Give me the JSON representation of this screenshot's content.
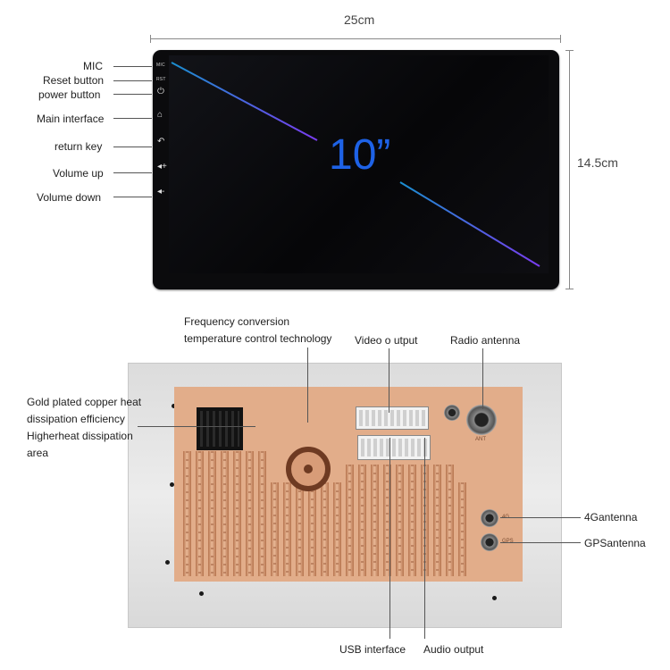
{
  "dimensions": {
    "width": "25cm",
    "height": "14.5cm"
  },
  "screen_size": "10”",
  "front_labels": {
    "mic": "MIC",
    "reset": "Reset button",
    "power": "power button",
    "main_interface": "Main interface",
    "return_key": "return key",
    "volume_up": "Volume up",
    "volume_down": "Volume down"
  },
  "side_marks": {
    "mic": "MIC",
    "rst": "RST"
  },
  "back_labels": {
    "frequency_line1": "Frequency conversion",
    "frequency_line2": "temperature control technology",
    "video_output": "Video  o utput",
    "radio_antenna": "Radio antenna",
    "gold_line1": "Gold plated copper heat",
    "gold_line2": "dissipation efficiency",
    "gold_line3": "Higherheat dissipation",
    "gold_line4": "area",
    "antenna_4g": "4Gantenna",
    "antenna_gps": "GPSantenna",
    "usb_interface": "USB interface",
    "audio_output": "Audio output"
  },
  "board_marks": {
    "ant": "ANT",
    "g4": "4G",
    "gps": "GPS"
  },
  "icons": [
    "power-icon",
    "home-icon",
    "return-icon",
    "volume-up-icon",
    "volume-down-icon"
  ],
  "colors": {
    "size_label": "#1e62e6",
    "diagonal_start": "#1a8fd0",
    "diagonal_end": "#7a3cf0",
    "copper": "#e2ad8a"
  }
}
